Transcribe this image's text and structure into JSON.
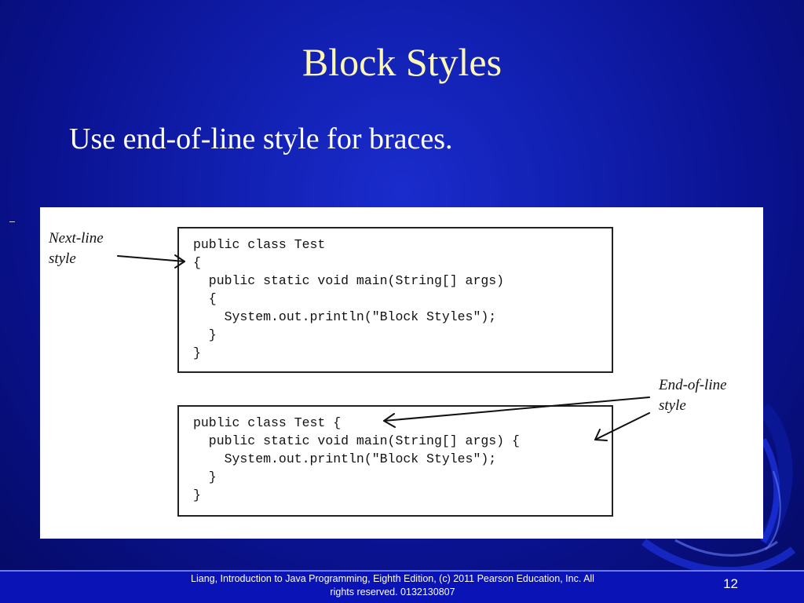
{
  "slide": {
    "title": "Block Styles",
    "subtitle": "Use end-of-line style for braces.",
    "page_number": "12"
  },
  "figure": {
    "next_line_label": [
      "Next-line",
      "style"
    ],
    "end_of_line_label": [
      "End-of-line",
      "style"
    ],
    "next_line_code": [
      "public class Test",
      "{",
      "  public static void main(String[] args)",
      "  {",
      "    System.out.println(\"Block Styles\");",
      "  }",
      "}"
    ],
    "end_of_line_code": [
      "public class Test {",
      "  public static void main(String[] args) {",
      "    System.out.println(\"Block Styles\");",
      "  }",
      "}"
    ]
  },
  "footer": {
    "line1": "Liang, Introduction to Java Programming, Eighth Edition, (c) 2011 Pearson Education, Inc. All",
    "line2": "rights reserved. 0132130807"
  },
  "colors": {
    "background": "#1221b3",
    "title": "#fdf7b6",
    "text": "#ffffff",
    "panel": "#ffffff",
    "footer_bar": "#0a13b6"
  }
}
